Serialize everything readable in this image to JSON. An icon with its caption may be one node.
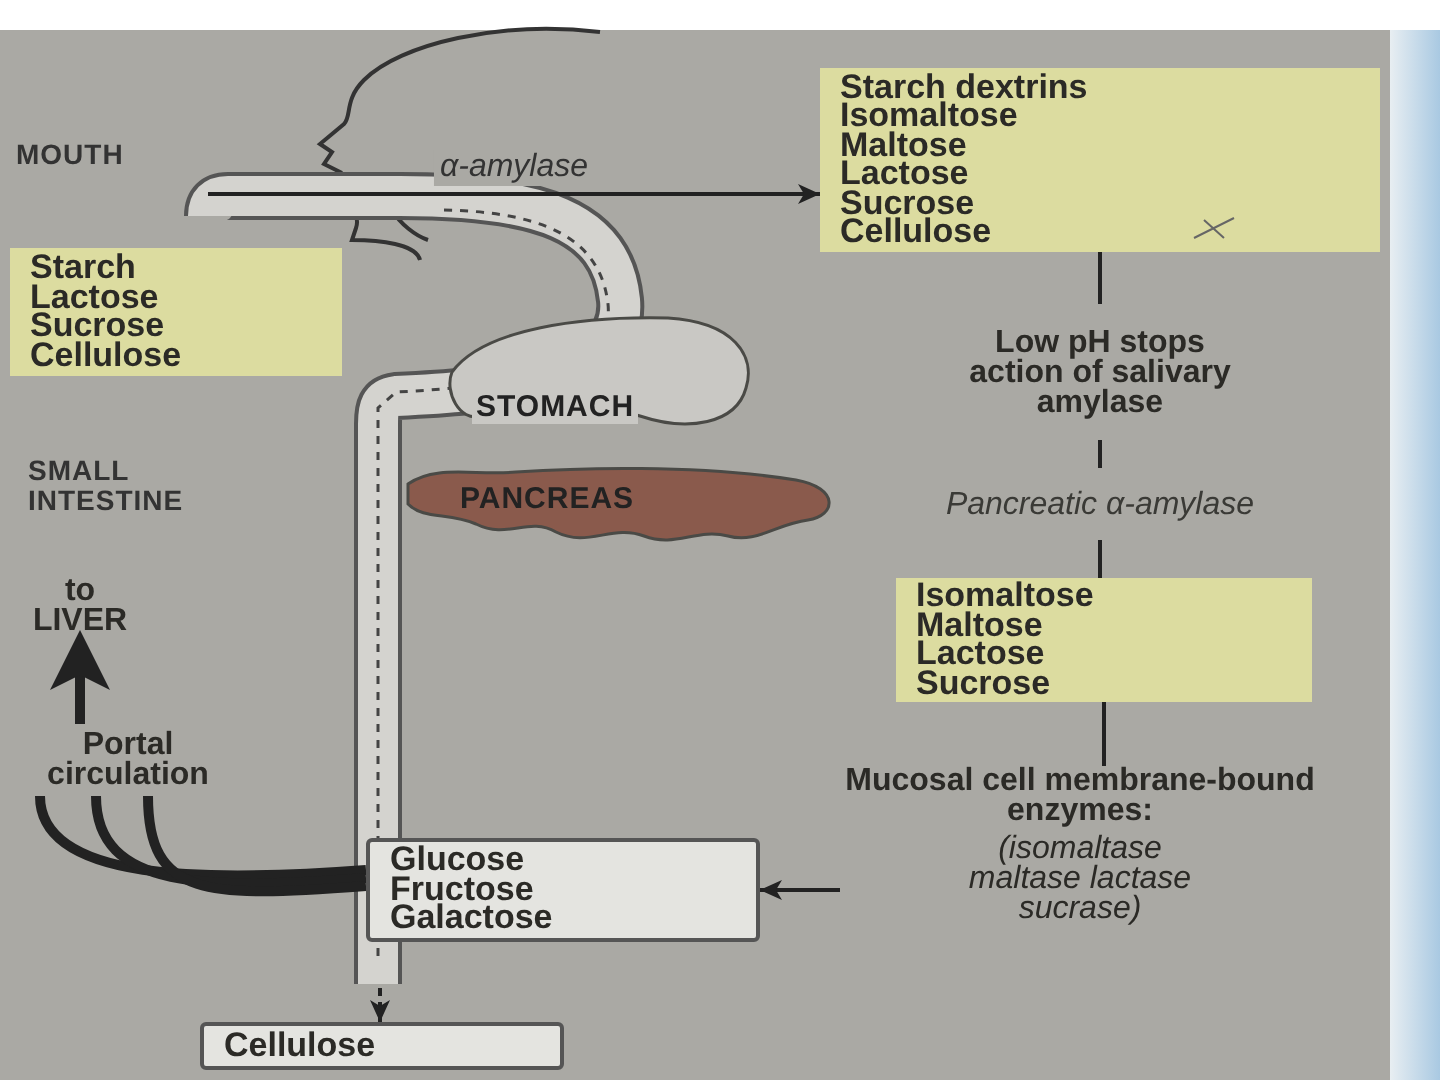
{
  "diagram": {
    "nodes": [
      {
        "text": [
          "Starch",
          "Lactose",
          "Sucrose",
          "Cellulose"
        ]
      },
      {
        "text": [
          "Starch dextrins",
          "Isomaltose",
          "Maltose",
          "Lactose",
          "Sucrose",
          "Cellulose"
        ]
      },
      {
        "text": [
          "Low pH stops action of salivary amylase"
        ]
      },
      {
        "text": [
          "Pancreatic α-amylase"
        ]
      },
      {
        "text": [
          "Isomaltose",
          "Maltose",
          "Lactose",
          "Sucrose"
        ]
      },
      {
        "text": [
          "Mucosal cell membrane-bound enzymes:",
          "(isomaltase maltase lactase sucrase)"
        ]
      },
      {
        "text": [
          "Glucose",
          "Fructose",
          "Galactose"
        ]
      },
      {
        "text": [
          "Cellulose"
        ]
      },
      {
        "text": [
          "STOMACH"
        ]
      },
      {
        "text": [
          "PANCREAS"
        ]
      },
      {
        "text": [
          "to LIVER"
        ]
      },
      {
        "text": [
          "Portal circulation"
        ]
      }
    ],
    "edges": [
      {
        "from": null,
        "to": 1,
        "arrow": "to",
        "label": "α-amylase"
      },
      {
        "from": 1,
        "to": 2,
        "arrow": "none"
      },
      {
        "from": 2,
        "to": 3,
        "arrow": "none"
      },
      {
        "from": 3,
        "to": 4,
        "arrow": "none"
      },
      {
        "from": 4,
        "to": 5,
        "arrow": "none"
      },
      {
        "from": 5,
        "to": 6,
        "arrow": "to"
      },
      {
        "from": null,
        "to": 7,
        "arrow": "to",
        "style": "dashed"
      },
      {
        "from": 6,
        "to": 11,
        "arrow": "none",
        "style": "thick"
      },
      {
        "from": 6,
        "to": 11,
        "arrow": "none",
        "style": "thick"
      },
      {
        "from": 6,
        "to": 11,
        "arrow": "none",
        "style": "thick"
      },
      {
        "from": 11,
        "to": 10,
        "arrow": "to",
        "style": "thick"
      }
    ],
    "labels": [
      "MOUTH",
      "SMALL INTESTINE"
    ]
  }
}
